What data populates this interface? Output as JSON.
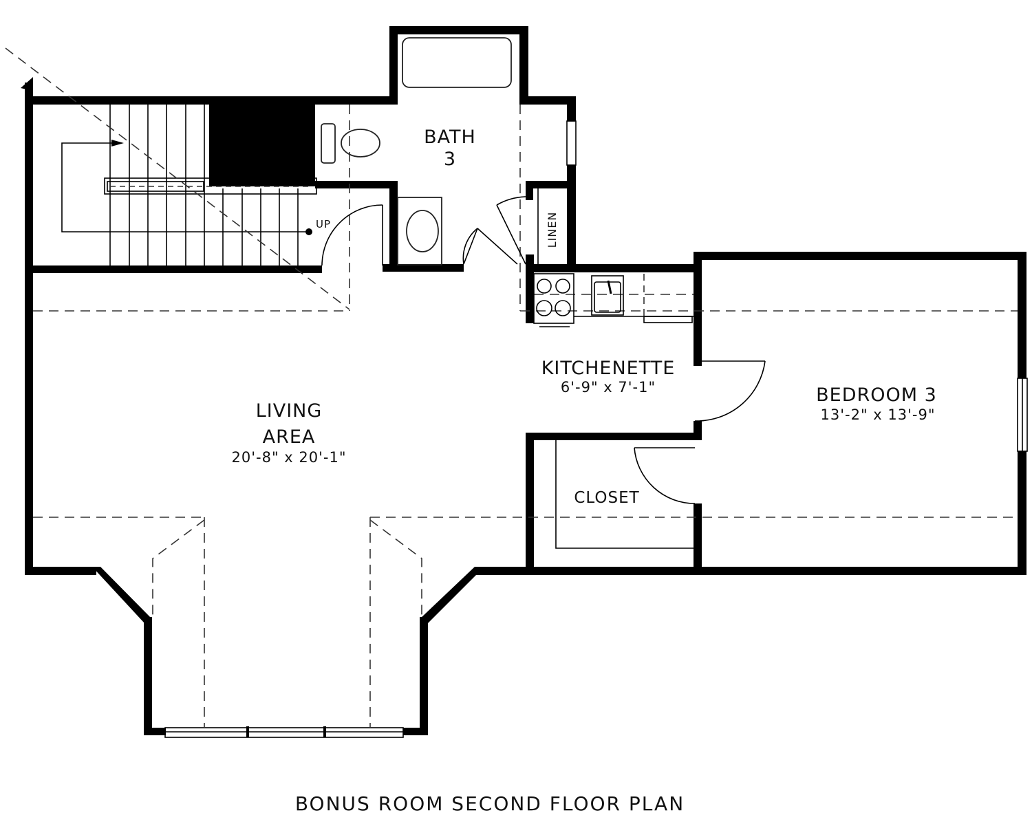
{
  "plan": {
    "title": "BONUS ROOM SECOND FLOOR PLAN",
    "colors": {
      "wall": "#000000",
      "background": "#ffffff",
      "dashed_line": "#333333"
    },
    "rooms": {
      "bath": {
        "name_line1": "BATH",
        "name_line2": "3"
      },
      "linen": {
        "name": "LINEN"
      },
      "kitchenette": {
        "name": "KITCHENETTE",
        "dimensions": "6'-9\" x 7'-1\""
      },
      "living": {
        "name_line1": "LIVING",
        "name_line2": "AREA",
        "dimensions": "20'-8\" x 20'-1\""
      },
      "bedroom": {
        "name": "BEDROOM 3",
        "dimensions": "13'-2\" x 13'-9\""
      },
      "closet": {
        "name": "CLOSET"
      }
    },
    "stairs": {
      "label": "UP"
    },
    "icons": [
      "stair-arrow-icon",
      "toilet-icon",
      "bathtub-icon",
      "sink-icon",
      "stove-icon",
      "kitchen-sink-icon",
      "door-swing-icon",
      "window-icon"
    ]
  }
}
